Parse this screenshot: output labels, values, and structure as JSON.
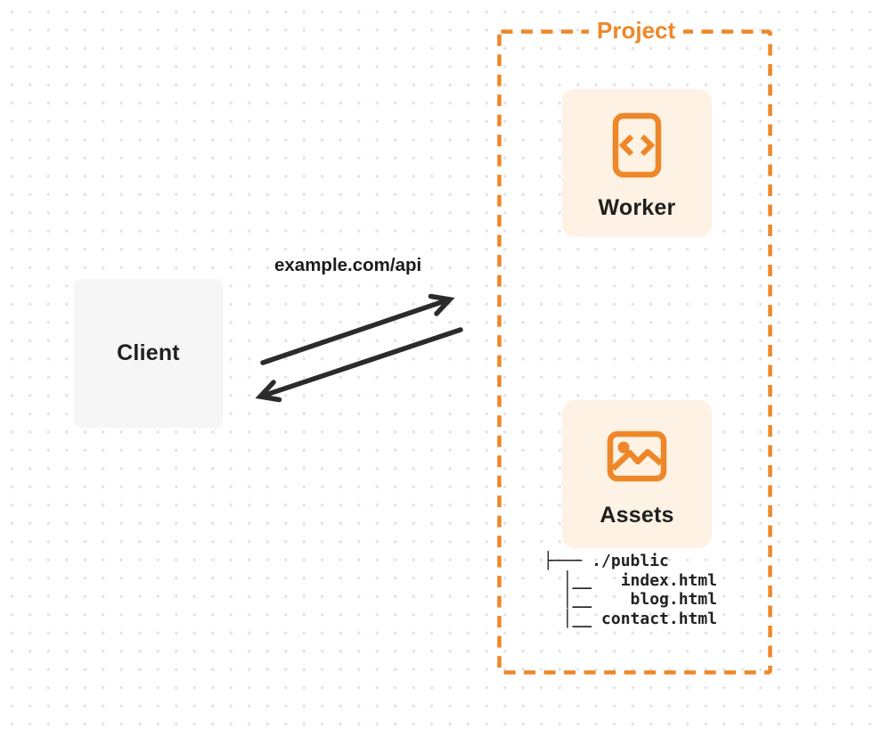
{
  "client": {
    "label": "Client"
  },
  "request_label": "example.com/api",
  "project": {
    "label": "Project",
    "nodes": [
      {
        "id": "worker",
        "label": "Worker",
        "icon": "code-file-icon"
      },
      {
        "id": "assets",
        "label": "Assets",
        "icon": "image-icon"
      }
    ],
    "file_tree": {
      "lines": [
        "├─── ./public",
        "  │__   index.html",
        "  │__    blog.html",
        "  │__ contact.html"
      ]
    }
  },
  "colors": {
    "accent_orange": "#ee8729",
    "card_background": "#fdf2e3",
    "client_background": "#f6f6f7",
    "arrow": "#2b2b2b",
    "text_dark": "#1f1f1f",
    "dot_grid": "#e3e3e6"
  }
}
